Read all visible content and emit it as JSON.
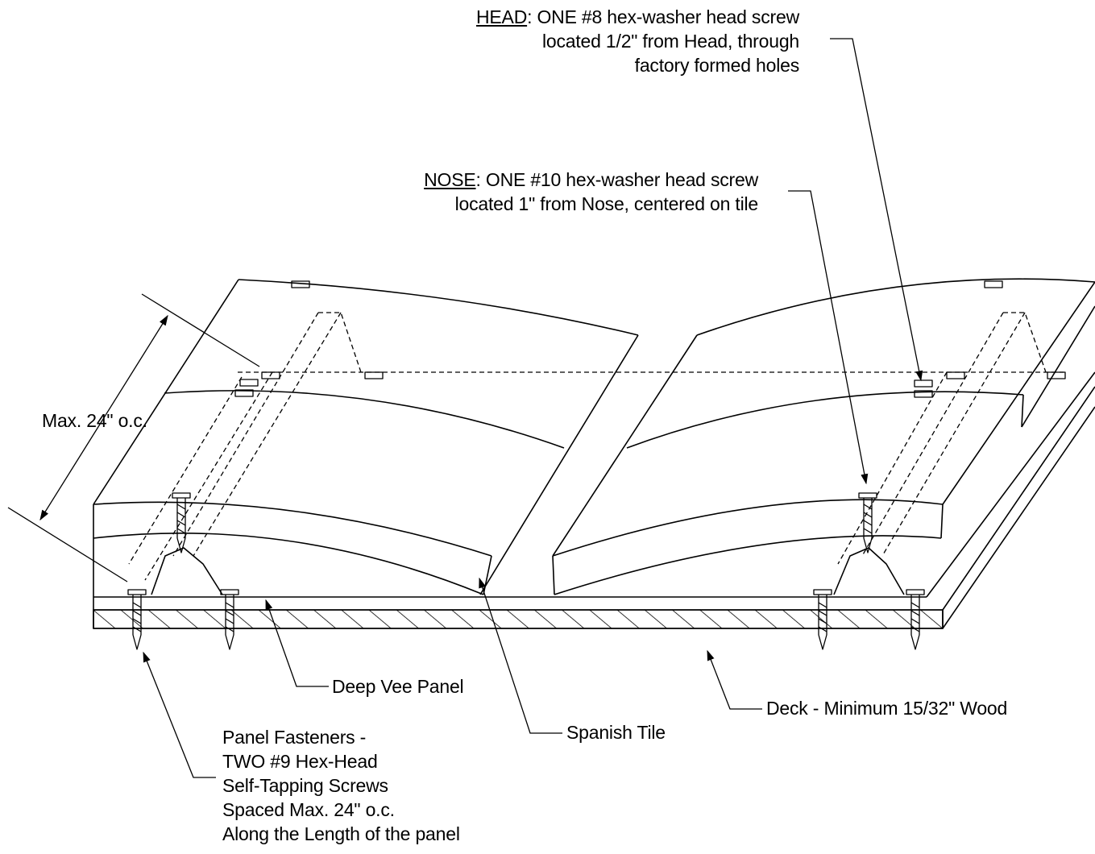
{
  "callouts": {
    "head": {
      "keyword": "HEAD",
      "line1_rest": ": ONE #8 hex-washer head screw",
      "line2": "located 1/2\" from Head, through",
      "line3": "factory formed holes"
    },
    "nose": {
      "keyword": "NOSE",
      "line1_rest": ": ONE #10 hex-washer head screw",
      "line2": "located 1\" from Nose, centered on tile"
    },
    "spacing": "Max. 24\" o.c.",
    "deep_vee_panel": "Deep Vee Panel",
    "spanish_tile": "Spanish Tile",
    "deck": "Deck - Minimum 15/32\" Wood",
    "panel_fasteners": [
      "Panel Fasteners -",
      "TWO #9 Hex-Head",
      "Self-Tapping Screws",
      "Spaced Max. 24\" o.c.",
      "Along the Length of the panel"
    ]
  },
  "colors": {
    "line": "#000000",
    "background": "#ffffff"
  }
}
